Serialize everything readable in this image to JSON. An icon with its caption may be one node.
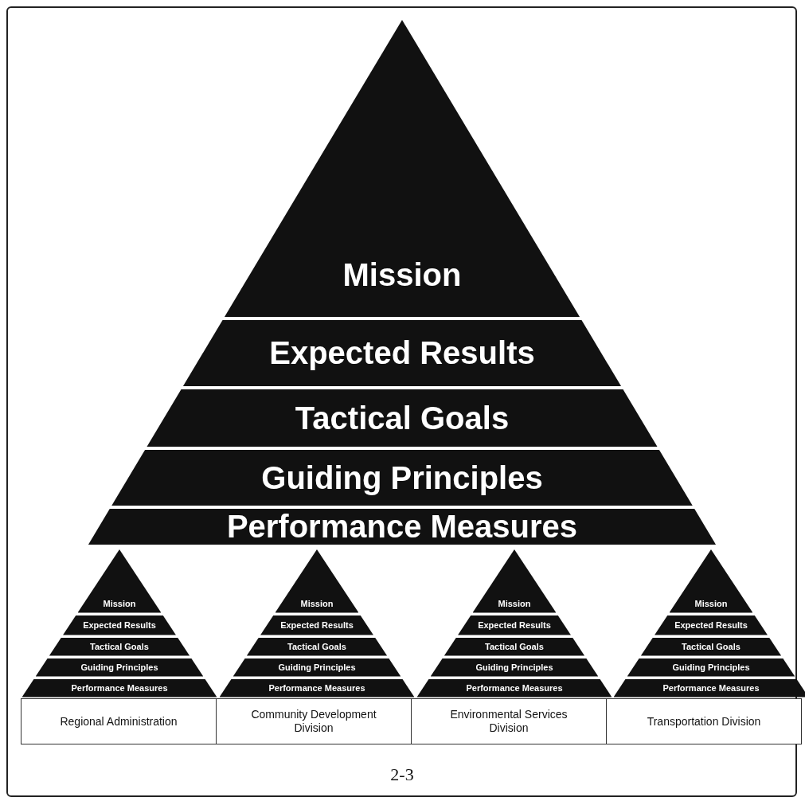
{
  "diagram": {
    "nodes": [
      {
        "text": [
          "Mission"
        ]
      },
      {
        "text": [
          "Expected Results"
        ]
      },
      {
        "text": [
          "Tactical Goals"
        ]
      },
      {
        "text": [
          "Guiding Principles"
        ]
      },
      {
        "text": [
          "Performance Measures"
        ]
      },
      {
        "text": [
          "Mission"
        ]
      },
      {
        "text": [
          "Expected Results"
        ]
      },
      {
        "text": [
          "Tactical Goals"
        ]
      },
      {
        "text": [
          "Guiding Principles"
        ]
      },
      {
        "text": [
          "Performance Measures"
        ]
      },
      {
        "text": [
          "Mission"
        ]
      },
      {
        "text": [
          "Expected Results"
        ]
      },
      {
        "text": [
          "Tactical Goals"
        ]
      },
      {
        "text": [
          "Guiding Principles"
        ]
      },
      {
        "text": [
          "Performance Measures"
        ]
      },
      {
        "text": [
          "Mission"
        ]
      },
      {
        "text": [
          "Expected Results"
        ]
      },
      {
        "text": [
          "Tactical Goals"
        ]
      },
      {
        "text": [
          "Guiding Principles"
        ]
      },
      {
        "text": [
          "Performance Measures"
        ]
      },
      {
        "text": [
          "Mission"
        ]
      },
      {
        "text": [
          "Expected Results"
        ]
      },
      {
        "text": [
          "Tactical Goals"
        ]
      },
      {
        "text": [
          "Guiding Principles"
        ]
      },
      {
        "text": [
          "Performance Measures"
        ]
      },
      {
        "text": [
          "Regional Administration"
        ]
      },
      {
        "text": [
          "Community Development Division"
        ]
      },
      {
        "text": [
          "Environmental Services Division"
        ]
      },
      {
        "text": [
          "Transportation Division"
        ]
      }
    ],
    "labels": [
      "2-3"
    ]
  }
}
